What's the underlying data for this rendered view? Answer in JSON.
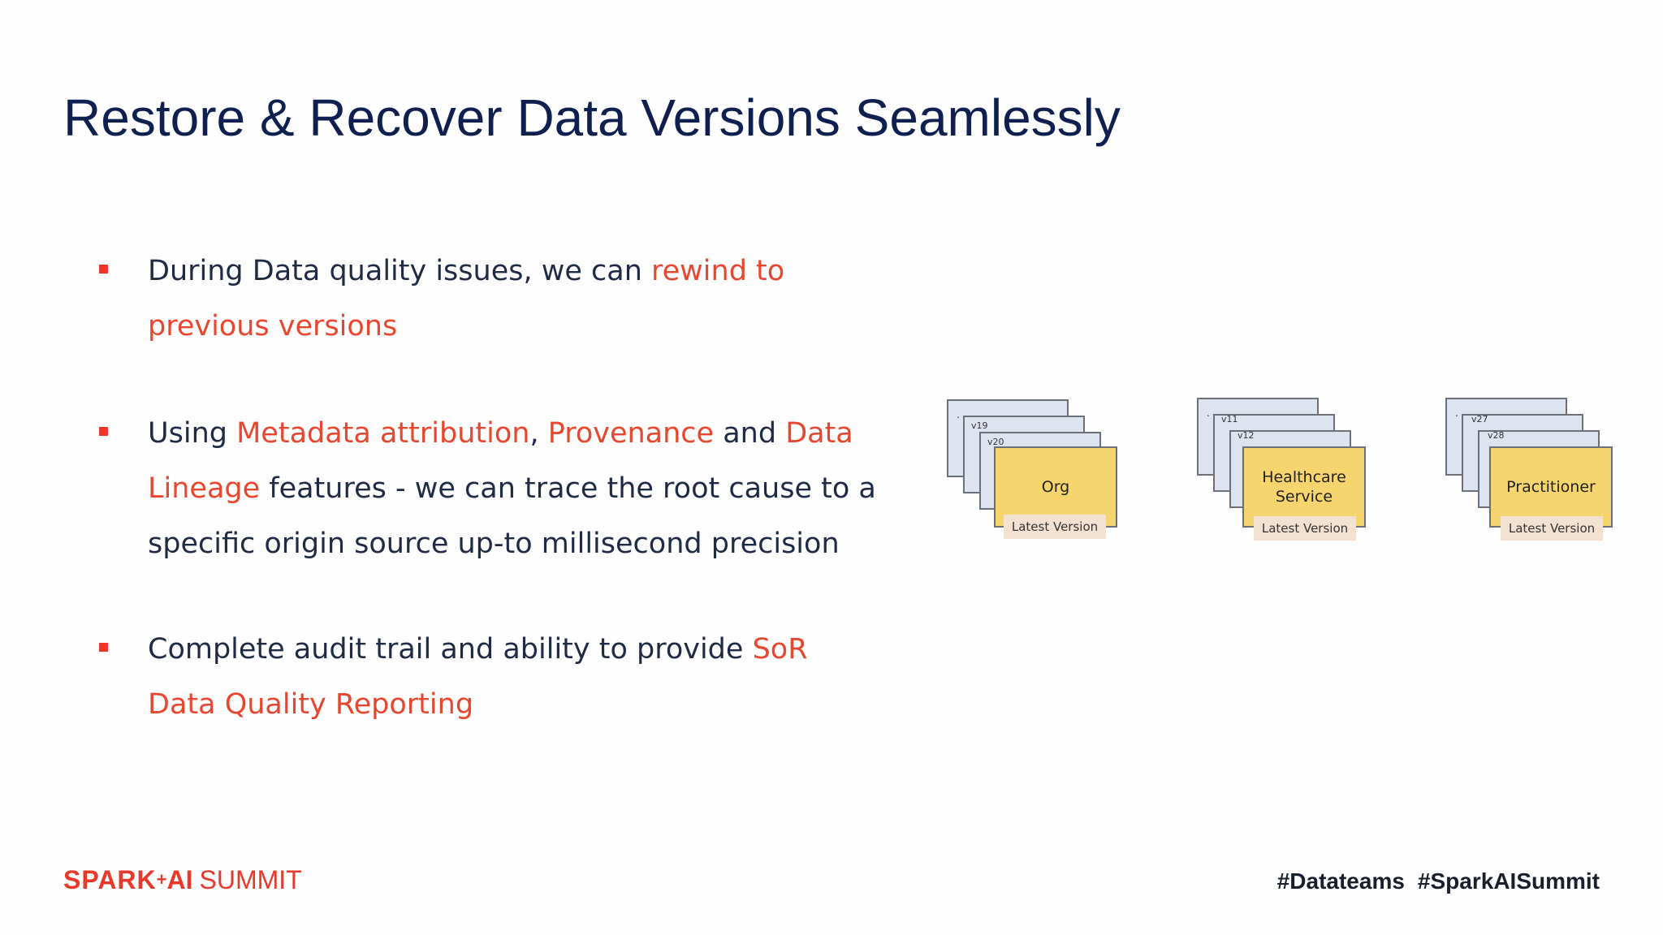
{
  "slide": {
    "title": "Restore & Recover Data Versions Seamlessly",
    "bullets": [
      {
        "parts": [
          "During Data quality issues, we can ",
          "rewind to previous versions"
        ]
      },
      {
        "parts": [
          "Using ",
          "Metadata attribution",
          ", ",
          "Provenance",
          " and ",
          "Data Lineage",
          " features - we can trace the root cause to a specific origin source up-to millisecond precision"
        ]
      },
      {
        "parts": [
          "Complete audit trail and ability to provide ",
          "SoR Data Quality Reporting"
        ]
      }
    ]
  },
  "diagram": {
    "stacks": [
      {
        "back_label": "v19",
        "mid_label": "v20",
        "front_line1": "Org",
        "front_line2": "",
        "latest": "Latest Version"
      },
      {
        "back_label": "v11",
        "mid_label": "v12",
        "front_line1": "Healthcare",
        "front_line2": "Service",
        "latest": "Latest Version"
      },
      {
        "back_label": "v27",
        "mid_label": "v28",
        "front_line1": "Practitioner",
        "front_line2": "",
        "latest": "Latest Version"
      }
    ]
  },
  "footer": {
    "logo_spark": "SPARK",
    "logo_plus": "+",
    "logo_ai": "AI",
    "logo_summit": "SUMMIT",
    "hashtag_1": "#Datateams",
    "hashtag_2": "#SparkAISummit"
  },
  "colors": {
    "title": "#0f1f50",
    "highlight": "#e8472f",
    "bullet_marker": "#e8392b",
    "card_front": "#f6d56e",
    "card_back": "#dde3ef"
  }
}
